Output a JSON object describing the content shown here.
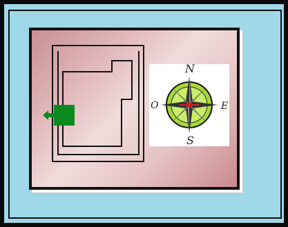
{
  "game": {
    "scene": "maze-map",
    "player": {
      "color": "#0b8a1f",
      "facing": "west"
    },
    "compass": {
      "north": "N",
      "south": "S",
      "east": "E",
      "west": "O"
    },
    "colors": {
      "outer_background": "#9fd8e8",
      "map_gradient_dark": "#c98f92",
      "map_gradient_light": "#f0dcdc",
      "wall": "#111111",
      "compass_rose_fill": "#a6d93a"
    }
  }
}
